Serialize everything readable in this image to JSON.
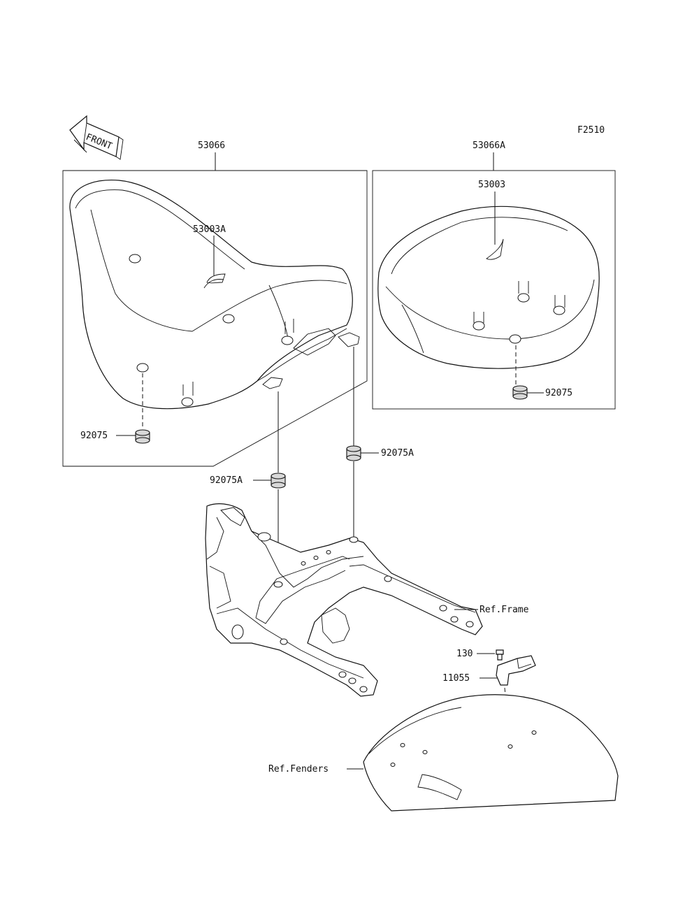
{
  "figure_code": "F2510",
  "front_arrow": {
    "label": "FRONT"
  },
  "colors": {
    "line": "#111111",
    "background": "#ffffff",
    "grommet_fill": "#d8d8d8"
  },
  "groups": {
    "rider_seat": {
      "part_number": "53066"
    },
    "passenger_seat": {
      "part_number": "53066A"
    }
  },
  "callouts": {
    "rider_seat_cover": "53003A",
    "passenger_seat_cover": "53003",
    "rider_seat_damper": "92075",
    "passenger_seat_damper": "92075",
    "frame_damper_left": "92075A",
    "frame_damper_right": "92075A",
    "bolt": "130",
    "bracket": "11055",
    "ref_frame": "Ref.Frame",
    "ref_fenders": "Ref.Fenders"
  }
}
